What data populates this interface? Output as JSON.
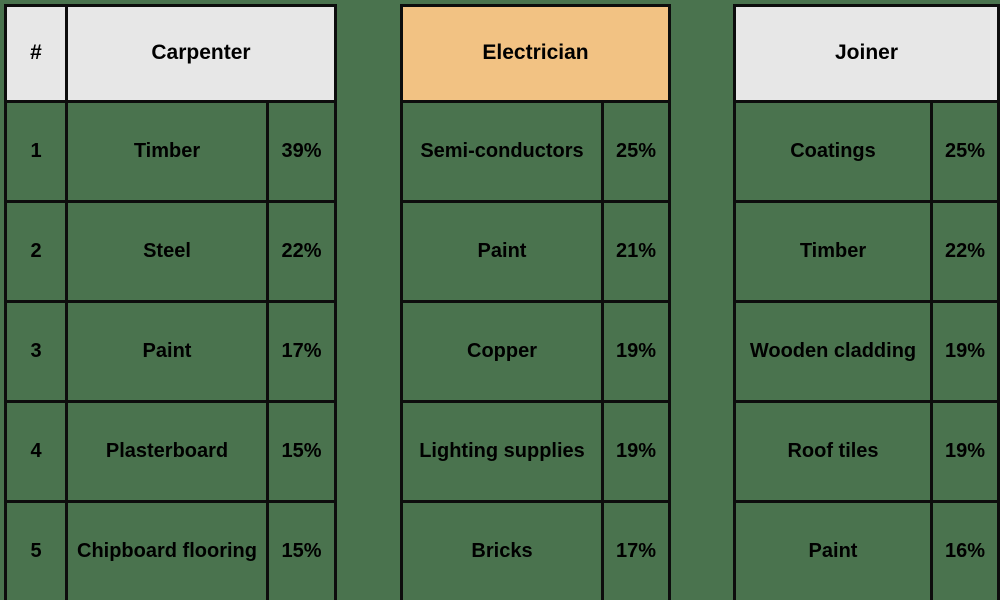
{
  "colors": {
    "background": "#4a734e",
    "header_gray": "#e7e7e7",
    "header_orange": "#f2c283",
    "border": "#000000",
    "text": "#000000"
  },
  "chart_data": [
    {
      "type": "table",
      "title": "Carpenter",
      "header_bg": "#e7e7e7",
      "rank_header": "#",
      "rows": [
        {
          "rank": "1",
          "material": "Timber",
          "value": "39%"
        },
        {
          "rank": "2",
          "material": "Steel",
          "value": "22%"
        },
        {
          "rank": "3",
          "material": "Paint",
          "value": "17%"
        },
        {
          "rank": "4",
          "material": "Plasterboard",
          "value": "15%"
        },
        {
          "rank": "5",
          "material": "Chipboard flooring",
          "value": "15%"
        }
      ]
    },
    {
      "type": "table",
      "title": "Electrician",
      "header_bg": "#f2c283",
      "rows": [
        {
          "material": "Semi-conductors",
          "value": "25%"
        },
        {
          "material": "Paint",
          "value": "21%"
        },
        {
          "material": "Copper",
          "value": "19%"
        },
        {
          "material": "Lighting supplies",
          "value": "19%"
        },
        {
          "material": "Bricks",
          "value": "17%"
        }
      ]
    },
    {
      "type": "table",
      "title": "Joiner",
      "header_bg": "#e7e7e7",
      "rows": [
        {
          "material": "Coatings",
          "value": "25%"
        },
        {
          "material": "Timber",
          "value": "22%"
        },
        {
          "material": "Wooden cladding",
          "value": "19%"
        },
        {
          "material": "Roof tiles",
          "value": "19%"
        },
        {
          "material": "Paint",
          "value": "16%"
        }
      ]
    }
  ]
}
